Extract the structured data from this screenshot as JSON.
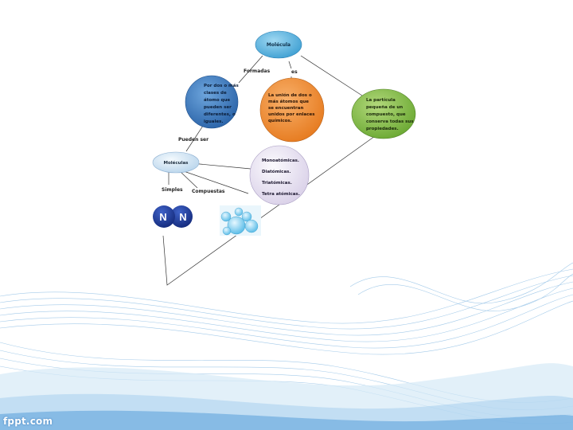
{
  "colors": {
    "top_node": "#5db7e3",
    "left_node": "#3f7fc2",
    "mid_node": "#f2913a",
    "right_node": "#8bc34a",
    "molecules_node": "#cfe3f2",
    "types_node": "#e6e0ef",
    "nitrogen": "#1f3f9c",
    "water": "#6cc8ec",
    "wave": "#5aa0d8"
  },
  "nodes": {
    "top": "Molécula",
    "left": [
      "Por dos o más",
      "clases de",
      "átomo que",
      "pueden ser",
      "diferentes, o",
      "iguales."
    ],
    "middle": [
      "La unión de dos o",
      "más átomos que",
      "se encuentran",
      "unidos por enlaces",
      "químicos."
    ],
    "right": [
      "La partícula",
      "pequeña de un",
      "compuesto, que",
      "conserva todas sus",
      "propiedades."
    ],
    "molecules": "Moléculas",
    "types": [
      "Monoatómicas.",
      "Diatómicas.",
      "Triatómicas.",
      "Tetra atómicas."
    ]
  },
  "labels": {
    "formadas": "Formadas",
    "es": "es",
    "pueden_ser": "Pueden ser",
    "simples": "Simples",
    "compuestas": "Compuestas"
  },
  "nitrogen_atoms": [
    "N",
    "N"
  ],
  "logo": "fppt.com"
}
